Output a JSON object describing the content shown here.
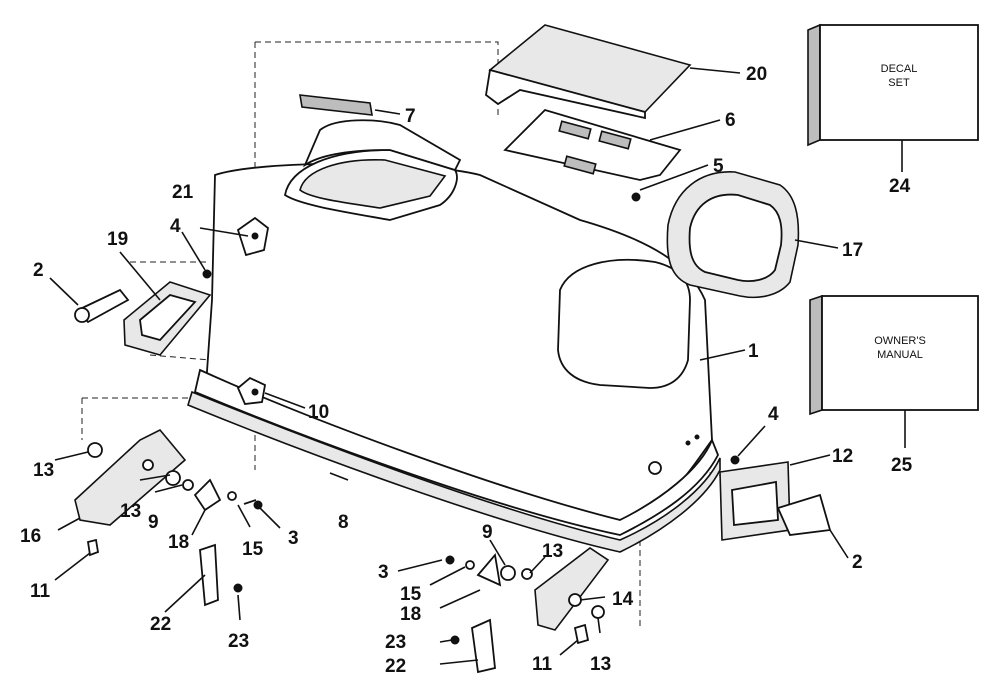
{
  "labels": {
    "l1": "1",
    "l2a": "2",
    "l2b": "2",
    "l3a": "3",
    "l3b": "3",
    "l4a": "4",
    "l4b": "4",
    "l5": "5",
    "l6": "6",
    "l7": "7",
    "l8": "8",
    "l9a": "9",
    "l9b": "9",
    "l10": "10",
    "l11a": "11",
    "l11b": "11",
    "l12": "12",
    "l13a": "13",
    "l13b": "13",
    "l13c": "13",
    "l13d": "13",
    "l14": "14",
    "l15a": "15",
    "l15b": "15",
    "l16": "16",
    "l17": "17",
    "l18a": "18",
    "l18b": "18",
    "l19": "19",
    "l20": "20",
    "l21": "21",
    "l22a": "22",
    "l22b": "22",
    "l23a": "23",
    "l23b": "23",
    "l24": "24",
    "l25": "25"
  },
  "boxes": {
    "decal_line1": "DECAL",
    "decal_line2": "SET",
    "manual_line1": "OWNER'S",
    "manual_line2": "MANUAL"
  }
}
